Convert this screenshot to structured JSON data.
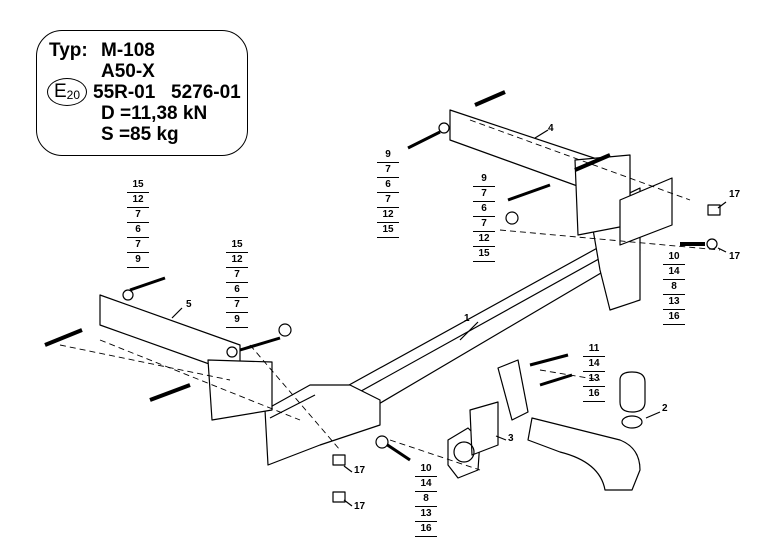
{
  "info": {
    "typ_label": "Typ:",
    "model": "M-108",
    "variant": "A50-X",
    "approval_mark": "E",
    "approval_country": "20",
    "regulation": "55R-01",
    "approval_number": "5276-01",
    "d_value": "D =11,38 kN",
    "s_value": "S =85 kg"
  },
  "callouts": {
    "main_crossbar": "1",
    "ball_neck": "2",
    "socket_plate": "3",
    "right_bracket": "4",
    "left_bracket": "5",
    "nut_a": "17",
    "nut_b": "17",
    "nut_c": "17",
    "nut_d": "17"
  },
  "stacks": {
    "top_right_a": [
      "9",
      "7",
      "6",
      "7",
      "12",
      "15"
    ],
    "top_right_b": [
      "9",
      "7",
      "6",
      "7",
      "12",
      "15"
    ],
    "left_upper": [
      "15",
      "12",
      "7",
      "6",
      "7",
      "9"
    ],
    "left_lower": [
      "15",
      "12",
      "7",
      "6",
      "7",
      "9"
    ],
    "right_side": [
      "10",
      "14",
      "8",
      "13",
      "16"
    ],
    "center_right": [
      "11",
      "14",
      "13",
      "16"
    ],
    "bottom_center": [
      "10",
      "14",
      "8",
      "13",
      "16"
    ]
  }
}
